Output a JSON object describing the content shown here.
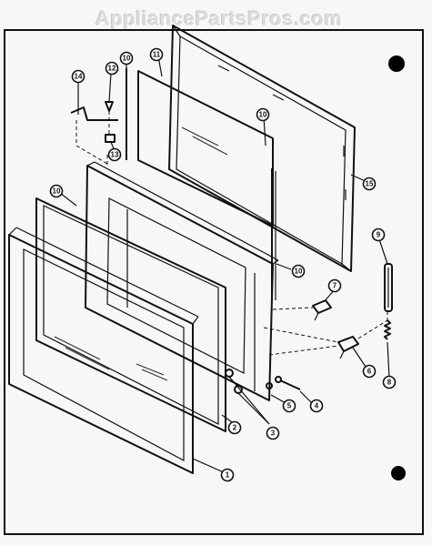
{
  "watermark": "AppliancePartsPros.com",
  "callouts": [
    {
      "id": "c14",
      "label": "14"
    },
    {
      "id": "c12",
      "label": "12"
    },
    {
      "id": "c13",
      "label": "13"
    },
    {
      "id": "c10a",
      "label": "10"
    },
    {
      "id": "c11",
      "label": "11"
    },
    {
      "id": "c10b",
      "label": "10"
    },
    {
      "id": "c15",
      "label": "15"
    },
    {
      "id": "c10c",
      "label": "10"
    },
    {
      "id": "c10d",
      "label": "10"
    },
    {
      "id": "c9",
      "label": "9"
    },
    {
      "id": "c7",
      "label": "7"
    },
    {
      "id": "c6",
      "label": "6"
    },
    {
      "id": "c8",
      "label": "8"
    },
    {
      "id": "c5",
      "label": "5"
    },
    {
      "id": "c4",
      "label": "4"
    },
    {
      "id": "c3",
      "label": "3"
    },
    {
      "id": "c2",
      "label": "2"
    },
    {
      "id": "c1",
      "label": "1"
    }
  ]
}
